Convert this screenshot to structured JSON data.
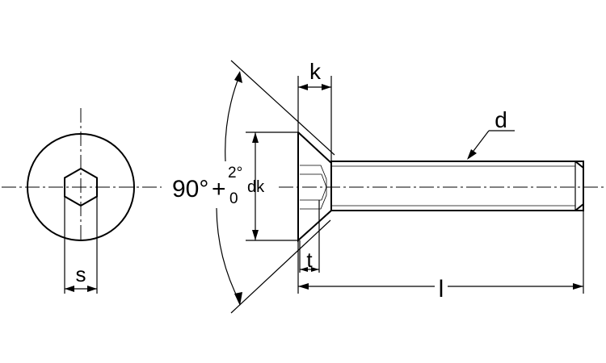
{
  "labels": {
    "k": "k",
    "d": "d",
    "angle": "90°",
    "tol_upper": "2°",
    "tol_lower": "0",
    "dk": "dk",
    "s": "s",
    "t": "t",
    "l": "l"
  },
  "colors": {
    "line": "#000000",
    "background": "#ffffff"
  }
}
